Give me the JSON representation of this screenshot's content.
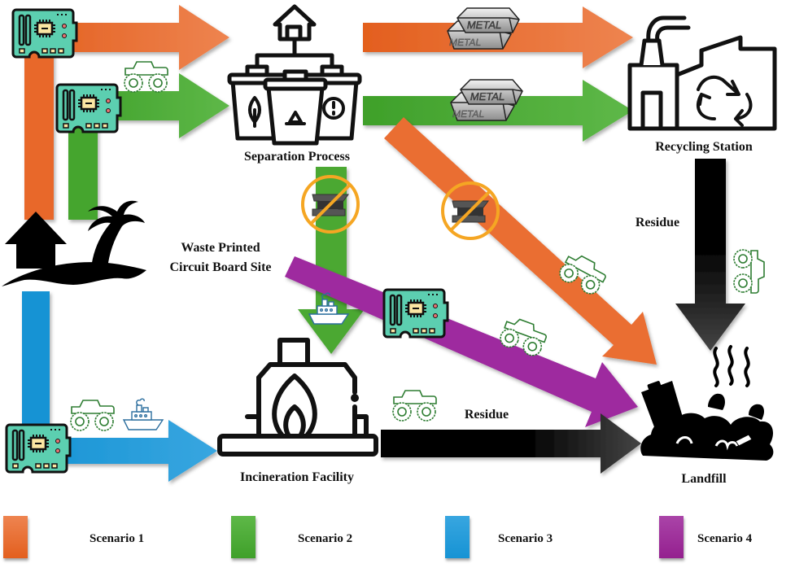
{
  "colors": {
    "scenario1": "#E8672A",
    "scenario2": "#4BA832",
    "scenario3": "#1E9AD8",
    "scenario4": "#9B2A9C",
    "residue": "#000000",
    "no_metal_sign": "#F5A623",
    "vehicle_outline": "#2E7D32",
    "ship_outline": "#2C6E9E",
    "pcb_board": "#5CCFB0"
  },
  "nodes": {
    "site": {
      "label_line1": "Waste Printed",
      "label_line2": "Circuit Board Site",
      "icon": "island-house-icon"
    },
    "separation": {
      "label": "Separation Process",
      "icon": "sorting-bins-icon"
    },
    "recycling": {
      "label": "Recycling Station",
      "icon": "recycling-factory-icon"
    },
    "incineration": {
      "label": "Incineration Facility",
      "icon": "incinerator-icon"
    },
    "landfill": {
      "label": "Landfill",
      "icon": "landfill-icon"
    }
  },
  "flow_labels": {
    "residue_recycling": "Residue",
    "residue_incineration": "Residue"
  },
  "badges": {
    "metal_text": "METAL"
  },
  "flows": [
    {
      "scenario": 1,
      "from": "site",
      "to": "separation"
    },
    {
      "scenario": 1,
      "from": "separation",
      "to": "recycling",
      "carries": "metal"
    },
    {
      "scenario": 1,
      "from": "separation",
      "to": "landfill",
      "carries": "non-metal"
    },
    {
      "scenario": 2,
      "from": "site",
      "to": "separation"
    },
    {
      "scenario": 2,
      "from": "separation",
      "to": "recycling",
      "carries": "metal"
    },
    {
      "scenario": 2,
      "from": "separation",
      "to": "incineration",
      "carries": "non-metal"
    },
    {
      "scenario": 3,
      "from": "site",
      "to": "incineration"
    },
    {
      "scenario": 4,
      "from": "site",
      "to": "landfill"
    },
    {
      "scenario": "residue",
      "from": "recycling",
      "to": "landfill"
    },
    {
      "scenario": "residue",
      "from": "incineration",
      "to": "landfill"
    }
  ],
  "legend": [
    {
      "label": "Scenario 1",
      "color": "#E8672A"
    },
    {
      "label": "Scenario 2",
      "color": "#4BA832"
    },
    {
      "label": "Scenario 3",
      "color": "#1E9AD8"
    },
    {
      "label": "Scenario 4",
      "color": "#9B2A9C"
    }
  ]
}
